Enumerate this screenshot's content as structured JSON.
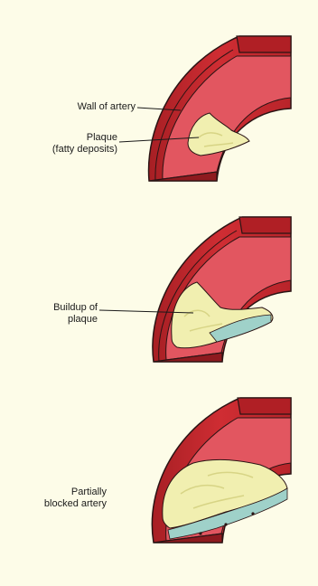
{
  "colors": {
    "background": "#fdfce8",
    "artery_outer": "#c4262b",
    "artery_dark": "#8e1a1f",
    "artery_inner": "#e0515a",
    "plaque": "#f1efb0",
    "plaque_shade": "#d7d485",
    "outline": "#2a1414",
    "calcified": "#9fd1c9"
  },
  "panels": [
    {
      "stage": "normal-plaque",
      "labels": [
        {
          "lines": [
            "Wall of artery"
          ]
        },
        {
          "lines": [
            "Plaque",
            "(fatty deposits)"
          ]
        }
      ]
    },
    {
      "stage": "buildup",
      "labels": [
        {
          "lines": [
            "Buildup of",
            "plaque"
          ]
        }
      ]
    },
    {
      "stage": "partially-blocked",
      "labels": [
        {
          "lines": [
            "Partially",
            "blocked artery"
          ]
        }
      ]
    }
  ]
}
